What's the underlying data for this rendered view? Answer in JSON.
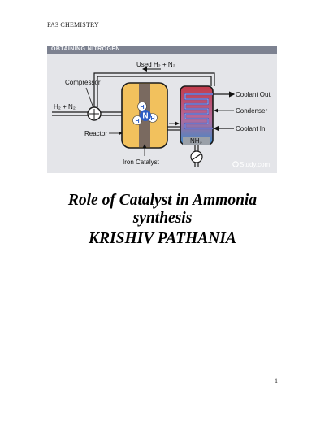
{
  "document": {
    "header": "FA3 CHEMISTRY",
    "title_line1": "Role of Catalyst in Ammonia",
    "title_line2": "synthesis",
    "author": "KRISHIV PATHANIA",
    "page_number": "1"
  },
  "figure": {
    "band_title": "OBTAINING NITROGEN",
    "labels": {
      "used_gases": "Used H₂ + N₂",
      "compressor": "Compressor",
      "feed_gases": "H₂ + N₂",
      "reactor": "Reactor",
      "iron_catalyst": "Iron Catalyst",
      "coolant_out": "Coolant Out",
      "condenser": "Condenser",
      "coolant_in": "Coolant In",
      "nh3": "NH₃",
      "watermark": "Study.com"
    },
    "molecule": {
      "center": "N",
      "atoms": [
        "H",
        "H",
        "H"
      ]
    },
    "colors": {
      "reactor_fill": "#f2c15d",
      "catalyst_bed": "#7a6a60",
      "nitrogen_atom": "#2f5ec4",
      "hydrogen_atom": "#ffffff",
      "condenser_top": "#c23a4a",
      "condenser_bottom": "#3b8ac9",
      "coil": "#4b53b8",
      "pipe": "#1b1b1b",
      "band": "#7d8291",
      "background": "#e4e5e9"
    }
  }
}
